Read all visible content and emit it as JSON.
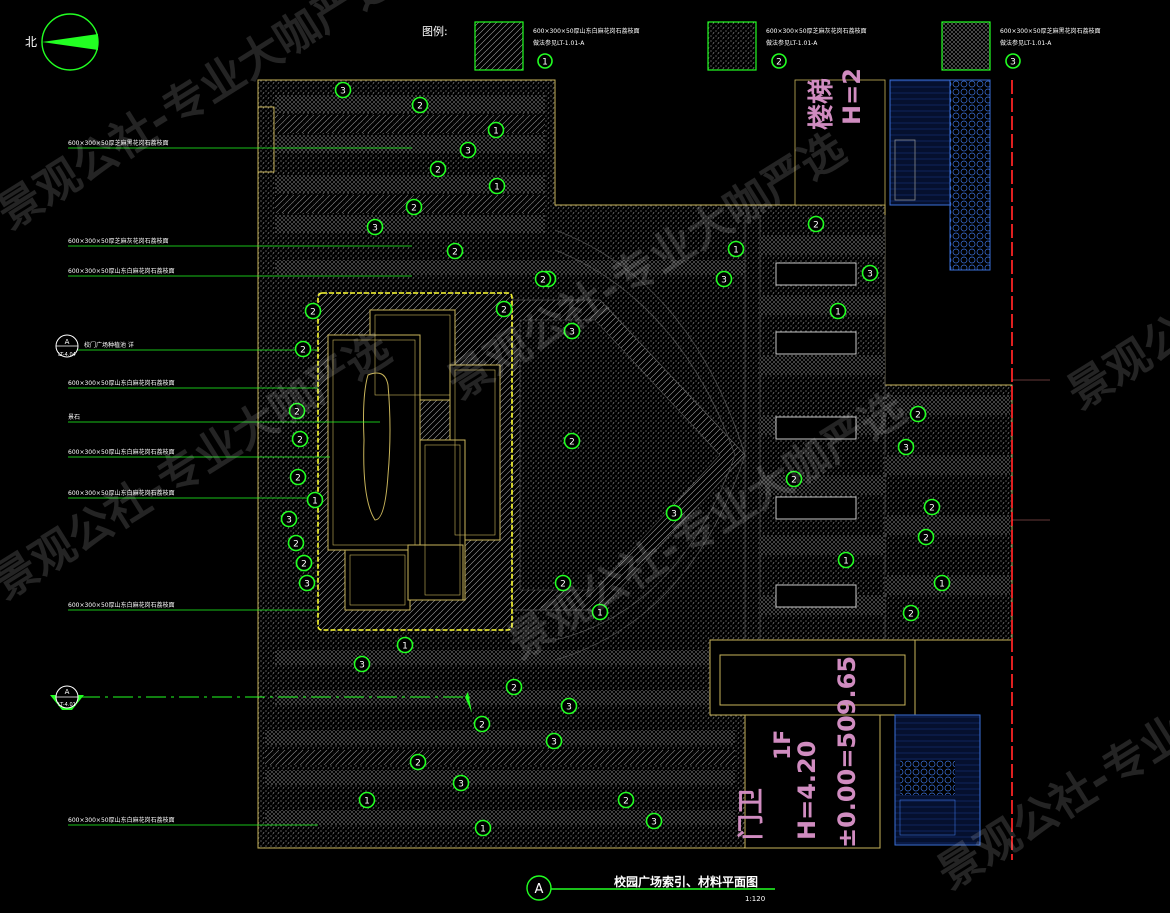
{
  "north": {
    "label": "北"
  },
  "legend": {
    "title": "图例:",
    "items": [
      {
        "line1": "600×300×50厚山东白麻花岗石荔枝面",
        "line2": "做法参见LT-1.01-A",
        "tag": "1"
      },
      {
        "line1": "600×300×50厚芝麻灰花岗石荔枝面",
        "line2": "做法参见LT-1.01-A",
        "tag": "2"
      },
      {
        "line1": "600×300×50厚芝麻黑花岗石荔枝面",
        "line2": "做法参见LT-1.01-A",
        "tag": "3"
      }
    ]
  },
  "left_labels": [
    "600×300×50厚芝麻黑花岗石荔枝面",
    "600×300×50厚芝麻灰花岗石荔枝面",
    "600×300×50厚山东白麻花岗石荔枝面",
    "校门广场种植池 详",
    "600×300×50厚山东白麻花岗石荔枝面",
    "景石",
    "600×300×50厚山东白麻花岗石荔枝面",
    "600×300×50厚山东白麻花岗石荔枝面",
    "600×300×50厚山东白麻花岗石荔枝面",
    "600×300×50厚山东白麻花岗石荔枝面"
  ],
  "detail_refs": [
    {
      "letter": "A",
      "sheet": "LT-4.04"
    },
    {
      "letter": "A",
      "sheet": "LT-4.01"
    }
  ],
  "building_labels": {
    "top": [
      "楼梯",
      "H=2"
    ],
    "gate": [
      "门卫",
      "1F",
      "H=4.20",
      "±0.00=509.65"
    ]
  },
  "tags": [
    {
      "n": "3"
    },
    {
      "n": "2"
    },
    {
      "n": "1"
    },
    {
      "n": "3"
    },
    {
      "n": "2"
    },
    {
      "n": "1"
    },
    {
      "n": "2"
    },
    {
      "n": "3"
    },
    {
      "n": "2"
    },
    {
      "n": "1"
    },
    {
      "n": "2"
    },
    {
      "n": "1"
    },
    {
      "n": "3"
    },
    {
      "n": "3"
    },
    {
      "n": "1"
    },
    {
      "n": "2"
    },
    {
      "n": "2"
    },
    {
      "n": "3"
    },
    {
      "n": "2"
    },
    {
      "n": "2"
    },
    {
      "n": "2"
    },
    {
      "n": "2"
    },
    {
      "n": "2"
    },
    {
      "n": "3"
    },
    {
      "n": "2"
    },
    {
      "n": "1"
    },
    {
      "n": "3"
    },
    {
      "n": "2"
    },
    {
      "n": "3"
    },
    {
      "n": "2"
    },
    {
      "n": "1"
    },
    {
      "n": "2"
    },
    {
      "n": "1"
    },
    {
      "n": "2"
    },
    {
      "n": "3"
    },
    {
      "n": "2"
    },
    {
      "n": "1"
    },
    {
      "n": "2"
    },
    {
      "n": "3"
    },
    {
      "n": "1"
    },
    {
      "n": "3"
    },
    {
      "n": "2"
    },
    {
      "n": "3"
    },
    {
      "n": "2"
    },
    {
      "n": "3"
    },
    {
      "n": "2"
    },
    {
      "n": "3"
    },
    {
      "n": "1"
    },
    {
      "n": "2"
    },
    {
      "n": "3"
    },
    {
      "n": "1"
    },
    {
      "n": "2"
    },
    {
      "n": "3"
    },
    {
      "n": "2"
    }
  ],
  "title": {
    "letter": "A",
    "text": "校园广场索引、材料平面图",
    "scale": "1:120"
  },
  "watermark": "景观公社-专业大咖严选",
  "colors": {
    "tag": "#22ff22",
    "edge": "#c8b45a",
    "plant": "#ffff33",
    "pink": "#d08cc0",
    "blue": "#2a4db8",
    "red": "#e02020"
  }
}
